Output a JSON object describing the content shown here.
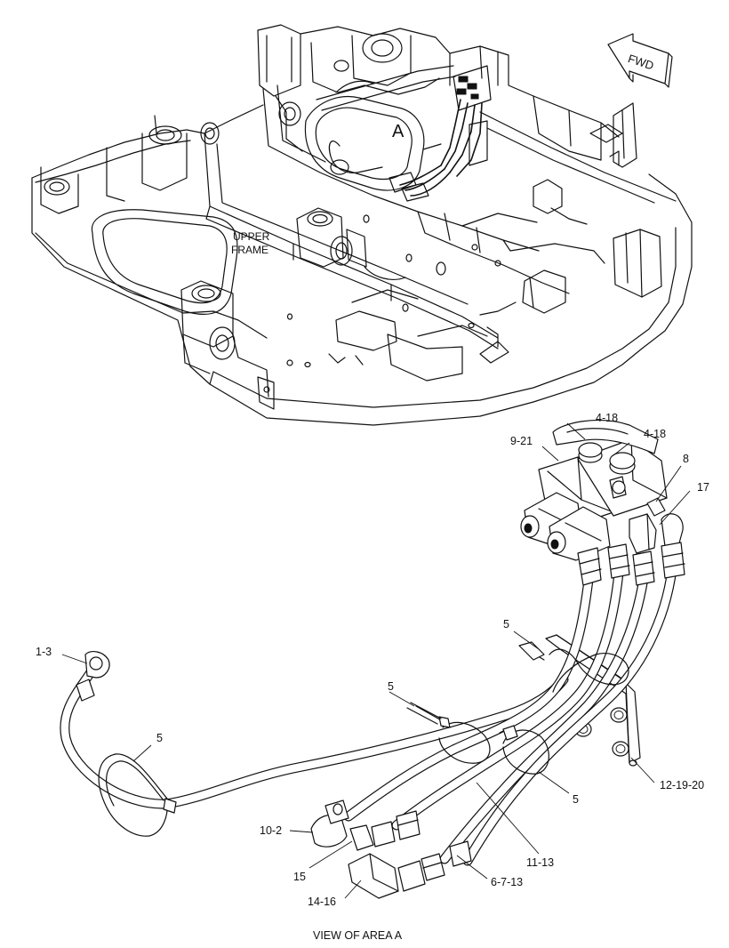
{
  "view_title": "VIEW OF AREA A",
  "frame_label": [
    "UPPER",
    "FRAME"
  ],
  "area_callout": "A",
  "fwd_label": "FWD",
  "callouts": [
    {
      "id": "c1",
      "text": "4-18"
    },
    {
      "id": "c2",
      "text": "9-21"
    },
    {
      "id": "c3",
      "text": "4-18"
    },
    {
      "id": "c4",
      "text": "8"
    },
    {
      "id": "c5",
      "text": "17"
    },
    {
      "id": "c6",
      "text": "5"
    },
    {
      "id": "c7",
      "text": "1-3"
    },
    {
      "id": "c8",
      "text": "5"
    },
    {
      "id": "c9",
      "text": "5"
    },
    {
      "id": "c10",
      "text": "5"
    },
    {
      "id": "c11",
      "text": "12-19-20"
    },
    {
      "id": "c12",
      "text": "10-2"
    },
    {
      "id": "c13",
      "text": "11-13"
    },
    {
      "id": "c14",
      "text": "15"
    },
    {
      "id": "c15",
      "text": "6-7-13"
    },
    {
      "id": "c16",
      "text": "14-16"
    }
  ]
}
